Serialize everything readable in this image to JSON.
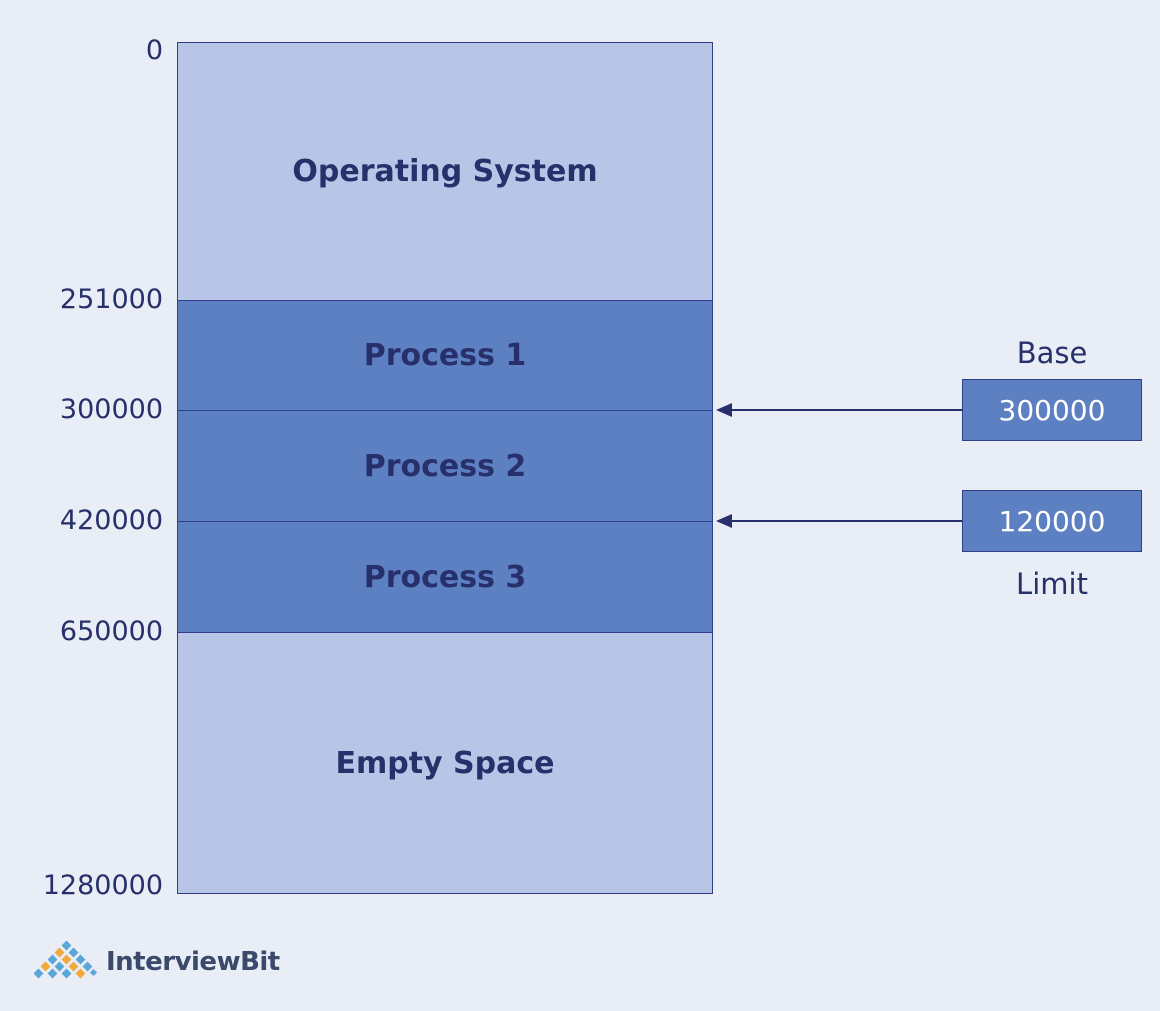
{
  "addresses": [
    "0",
    "251000",
    "300000",
    "420000",
    "650000",
    "1280000"
  ],
  "segments": {
    "os": "Operating System",
    "p1": "Process 1",
    "p2": "Process 2",
    "p3": "Process 3",
    "empty": "Empty Space"
  },
  "registers": {
    "base_label": "Base",
    "base_value": "300000",
    "limit_label": "Limit",
    "limit_value": "120000"
  },
  "logo": {
    "brand": "InterviewBit"
  },
  "colors": {
    "light_segment": "#b8c5e6",
    "dark_segment": "#5d80c2",
    "text": "#27306b",
    "background": "#e8edf6"
  }
}
